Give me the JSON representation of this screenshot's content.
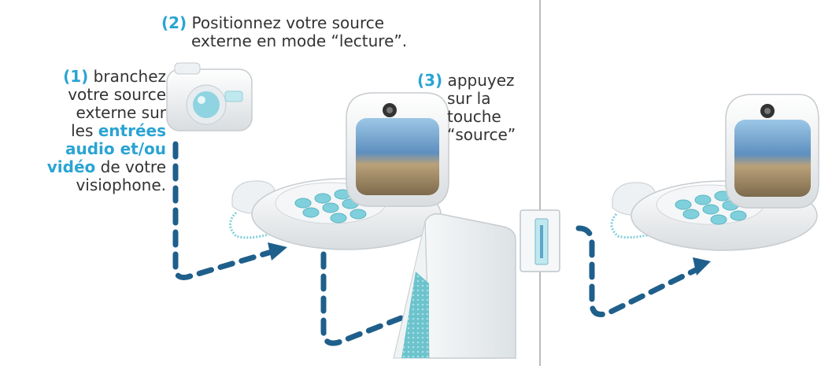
{
  "steps": {
    "step1": {
      "number": "(1)",
      "line1": " branchez",
      "line2": "votre source",
      "line3": "externe sur",
      "line4_pre": "les ",
      "highlight1": "entrées",
      "highlight2": "audio et/ou",
      "highlight3": "vidéo",
      "line7_post": " de votre",
      "line8": "visiophone."
    },
    "step2": {
      "number": "(2)",
      "line1": " Positionnez votre source",
      "line2": "externe en mode “lecture”."
    },
    "step3": {
      "number": "(3)",
      "line1": " appuyez",
      "line2": "sur la touche",
      "line3": "“source”"
    }
  },
  "colors": {
    "accent": "#2aa4d3",
    "text": "#333333",
    "arrow": "#1f5f8b",
    "divider": "#bbbbbb",
    "device": "#eef1f3",
    "keys": "#7fd0dc"
  },
  "icons": [
    "camera-icon",
    "visiophone-icon",
    "router-box-icon",
    "wall-socket-icon",
    "visiophone-icon"
  ]
}
